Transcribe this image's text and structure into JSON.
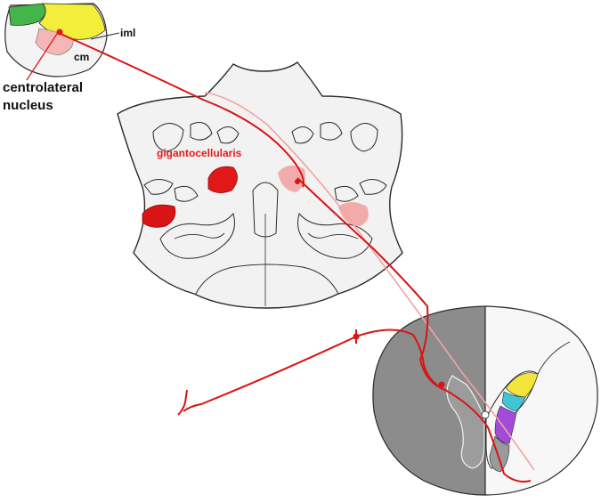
{
  "labels": {
    "iml": "iml",
    "cm": "cm",
    "centrolateral_line1": "centrolateral",
    "centrolateral_line2": "nucleus",
    "gigantocellularis": "gigantocellularis"
  },
  "colors": {
    "pathway": "#d81414",
    "nucleus_strong": "#e01818",
    "nucleus_faint": "#f2a3a3",
    "outline": "#2b2b2b",
    "tissue": "#f2f2f2",
    "shaded_hemicord": "#8c8c8c",
    "thalamus_green": "#44b549",
    "thalamus_yellow": "#f3ee3a",
    "thalamus_pink": "#f4b7b7",
    "horn_yellow": "#f2e43a",
    "horn_cyan": "#3fc6d6",
    "horn_purple": "#a24bd8",
    "horn_gray": "#9a9a9a"
  }
}
